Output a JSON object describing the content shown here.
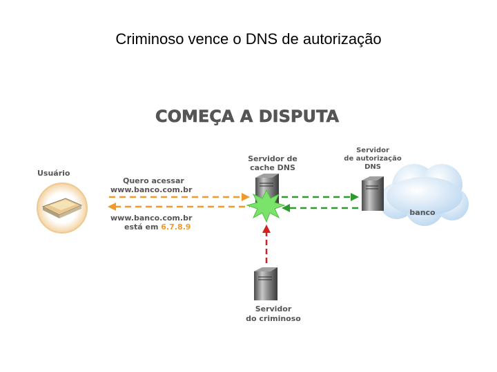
{
  "slide": {
    "title": "Criminoso vence o DNS de autorização"
  },
  "diagram": {
    "heading": "COMEÇA A DISPUTA",
    "user_label": "Usuário",
    "cache_server_label_1": "Servidor de",
    "cache_server_label_2": "cache DNS",
    "auth_server_label_1": "Servidor",
    "auth_server_label_2": "de autorização",
    "auth_server_label_3": "DNS",
    "bank_label": "banco",
    "request_line_1": "Quero acessar",
    "request_line_2": "www.banco.com.br",
    "response_line_1": "www.banco.com.br",
    "response_line_2_prefix": "está em ",
    "response_ip": "6.7.8.9",
    "criminal_server_label_1": "Servidor",
    "criminal_server_label_2": "do criminoso"
  },
  "colors": {
    "text_gray": "#5a5a5a",
    "orange": "#f09a2a",
    "green": "#2e9a2e",
    "red": "#d42020",
    "cloud": "#cfe3f5",
    "burst": "#7be36b"
  }
}
